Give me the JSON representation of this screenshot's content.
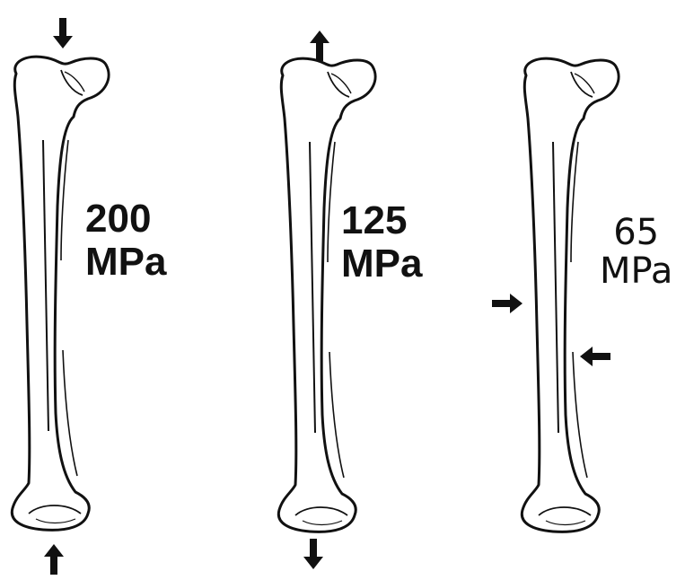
{
  "panels": [
    {
      "id": "compression",
      "value": "200",
      "unit": "MPa",
      "arrows": "compression"
    },
    {
      "id": "tension",
      "value": "125",
      "unit": "MPa",
      "arrows": "tension"
    },
    {
      "id": "shear",
      "value": "65",
      "unit": "MPa",
      "arrows": "shear"
    }
  ],
  "colors": {
    "ink": "#111111",
    "bone_fill": "#ffffff"
  }
}
